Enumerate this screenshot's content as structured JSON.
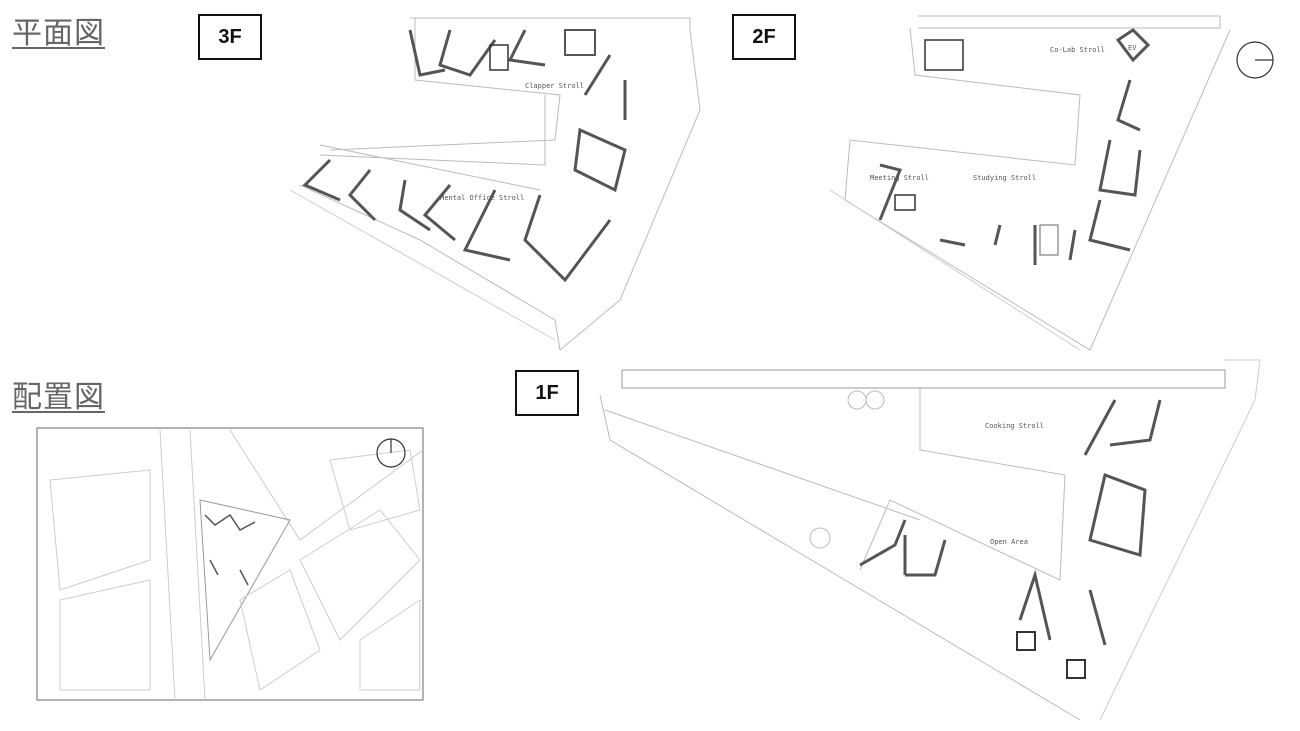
{
  "headings": {
    "plan": "平面図",
    "site_plan": "配置図"
  },
  "floors": {
    "f3": "3F",
    "f2": "2F",
    "f1": "1F"
  },
  "room_labels": {
    "f3_top": "Clapper Stroll",
    "f3_bottom": "Mental Office Stroll",
    "f2_meeting": "Meeting Stroll",
    "f2_study": "Studying Stroll",
    "f2_colab": "Co-Lab Stroll",
    "f1_cooking": "Cooking Stroll",
    "f1_open": "Open Area",
    "ev": "EV"
  },
  "colors": {
    "wall": "#555555",
    "thin_line": "#bbbbbb",
    "text": "#666666"
  }
}
